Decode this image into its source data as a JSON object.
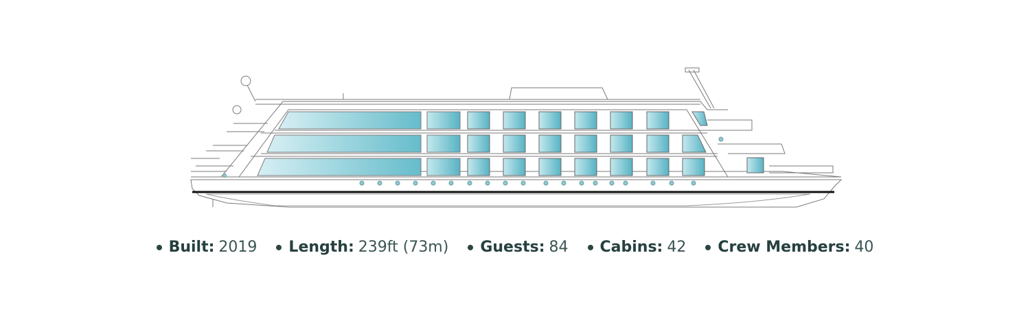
{
  "illustration": {
    "subject": "river cruise ship side profile",
    "colors": {
      "glass": "#7cc3cf",
      "glass_light": "#cdebf0",
      "hull_stripe": "#111111",
      "lines": "#777777"
    }
  },
  "specs": [
    {
      "label": "Built",
      "value": "2019"
    },
    {
      "label": "Length",
      "value": "239ft (73m)"
    },
    {
      "label": "Guests",
      "value": "84"
    },
    {
      "label": "Cabins",
      "value": "42"
    },
    {
      "label": "Crew Members",
      "value": "40"
    }
  ],
  "separator": ":"
}
